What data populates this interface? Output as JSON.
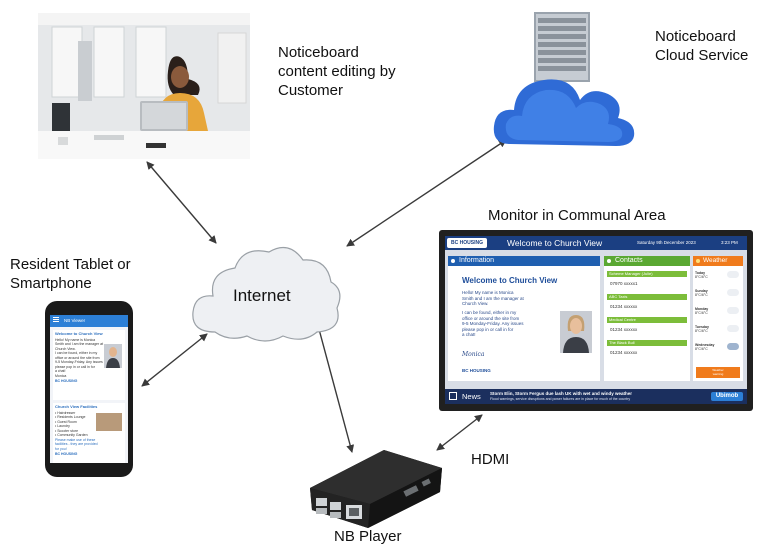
{
  "labels": {
    "editing": "Noticeboard\ncontent editing by\nCustomer",
    "cloud": "Noticeboard\nCloud Service",
    "internet": "Internet",
    "monitor": "Monitor in Communal Area",
    "tablet": "Resident Tablet or\nSmartphone",
    "hdmi": "HDMI",
    "player": "NB Player"
  },
  "monitor_screen": {
    "logo": "BC HOUSING",
    "title": "Welcome to Church View",
    "date": "Saturday 9th December 2023",
    "time": "3:23 PM",
    "info": {
      "heading": "Information",
      "title": "Welcome to Church View",
      "p1": "Hello! My name is Monica\nSmith and I am the manager at\nChurch View.",
      "p2": "I can be found, either in my\noffice or around the site from\n9-5 Monday-Friday. Any issues\nplease pop in or call in for\na chat!",
      "signature": "Monica",
      "logo": "BC HOUSING"
    },
    "contacts": {
      "heading": "Contacts",
      "items": [
        {
          "name": "Scheme Manager (Julie)",
          "phone": "07970 xxxxx1"
        },
        {
          "name": "ABC Taxis",
          "phone": "01234 xxxxxx"
        },
        {
          "name": "Medical Centre",
          "phone": "01234 xxxxxx"
        },
        {
          "name": "The Black Bull",
          "phone": "01234 xxxxxx"
        }
      ]
    },
    "weather": {
      "heading": "Weather",
      "days": [
        {
          "day": "Today",
          "temp": "8°C/6°C"
        },
        {
          "day": "Sunday",
          "temp": "8°C/6°C"
        },
        {
          "day": "Monday",
          "temp": "8°C/6°C"
        },
        {
          "day": "Tuesday",
          "temp": "8°C/6°C"
        },
        {
          "day": "Wednesday",
          "temp": "8°C/6°C"
        }
      ],
      "button": "Weather\nwarning"
    },
    "news": {
      "label": "News",
      "headline": "Storm Elin, Storm Fergus due lash UK with wet and windy weather",
      "sub": "Flood warnings, service disruptions and power failures are in place for much of the country",
      "brand": "Ubimob"
    }
  },
  "phone_screen": {
    "app_title": "NB Viewer",
    "card1_title": "Welcome to Church View",
    "card1_text": "Hello! My name is Monica\nSmith and I am the manager at\nChurch View.\nI can be found, either in my\noffice or around the site from\n9-5 Monday-Friday. Any issues\nplease pop in or call in for\na chat!\nMonica",
    "card1_logo": "BC HOUSING",
    "card2_title": "Church View Facilities",
    "card2_text": "• Hairdresser\n• Residents Lounge\n• Guest Room\n• Laundry\n• Scooter store\n• Community Garden",
    "card2_note": "Please make use of these\nfacilities - they are provided\nfor you!",
    "card2_logo": "BC HOUSING"
  },
  "colors": {
    "arrow": "#3a3a3a",
    "internet_cloud": "#eef0f3",
    "service_cloud": "#2f6bd6",
    "monitor_header": "#1b3f82",
    "contacts_green": "#5aa832",
    "weather_orange": "#f07b1c"
  },
  "icons": [
    "internet-cloud-icon",
    "cloud-service-icon",
    "server-rack-icon",
    "smartphone-icon",
    "monitor-icon",
    "nb-player-device-icon"
  ]
}
